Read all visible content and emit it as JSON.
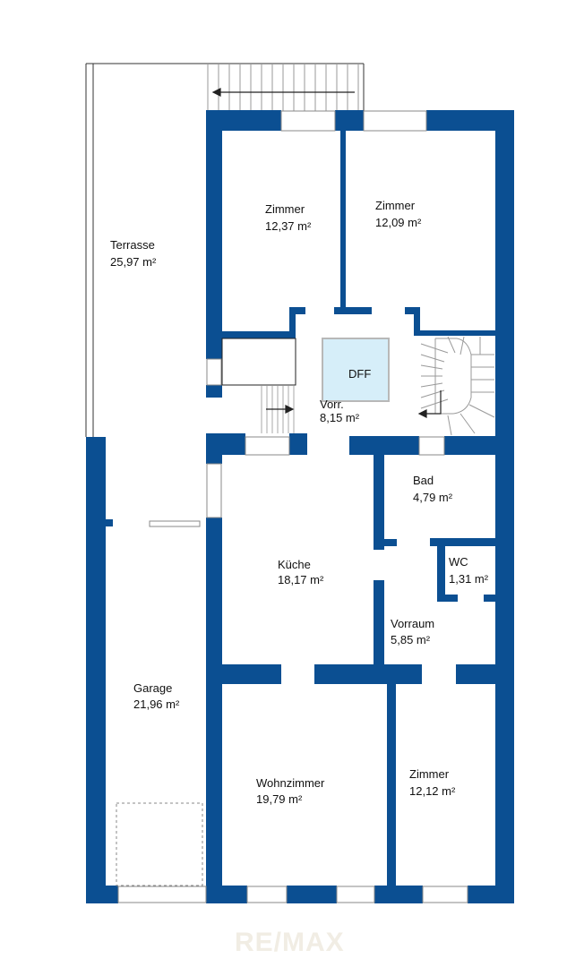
{
  "colors": {
    "wall": "#0b4f92",
    "dff_fill": "#d6eef9",
    "dff_stroke": "#b8b8b8",
    "thin_line": "#333333",
    "watermark": "#f1ede4"
  },
  "rooms": {
    "terrasse": {
      "name": "Terrasse",
      "area": "25,97 m²"
    },
    "zimmer_nw": {
      "name": "Zimmer",
      "area": "12,37 m²"
    },
    "zimmer_ne": {
      "name": "Zimmer",
      "area": "12,09 m²"
    },
    "vorr": {
      "name": "Vorr.",
      "area": "8,15 m²"
    },
    "bad": {
      "name": "Bad",
      "area": "4,79 m²"
    },
    "wc": {
      "name": "WC",
      "area": "1,31 m²"
    },
    "kueche": {
      "name": "Küche",
      "area": "18,17 m²"
    },
    "vorraum": {
      "name": "Vorraum",
      "area": "5,85 m²"
    },
    "garage": {
      "name": "Garage",
      "area": "21,96 m²"
    },
    "wohnzimmer": {
      "name": "Wohnzimmer",
      "area": "19,79 m²"
    },
    "zimmer_se": {
      "name": "Zimmer",
      "area": "12,12 m²"
    }
  },
  "dff": {
    "label": "DFF"
  },
  "watermark": "RE/MAX"
}
